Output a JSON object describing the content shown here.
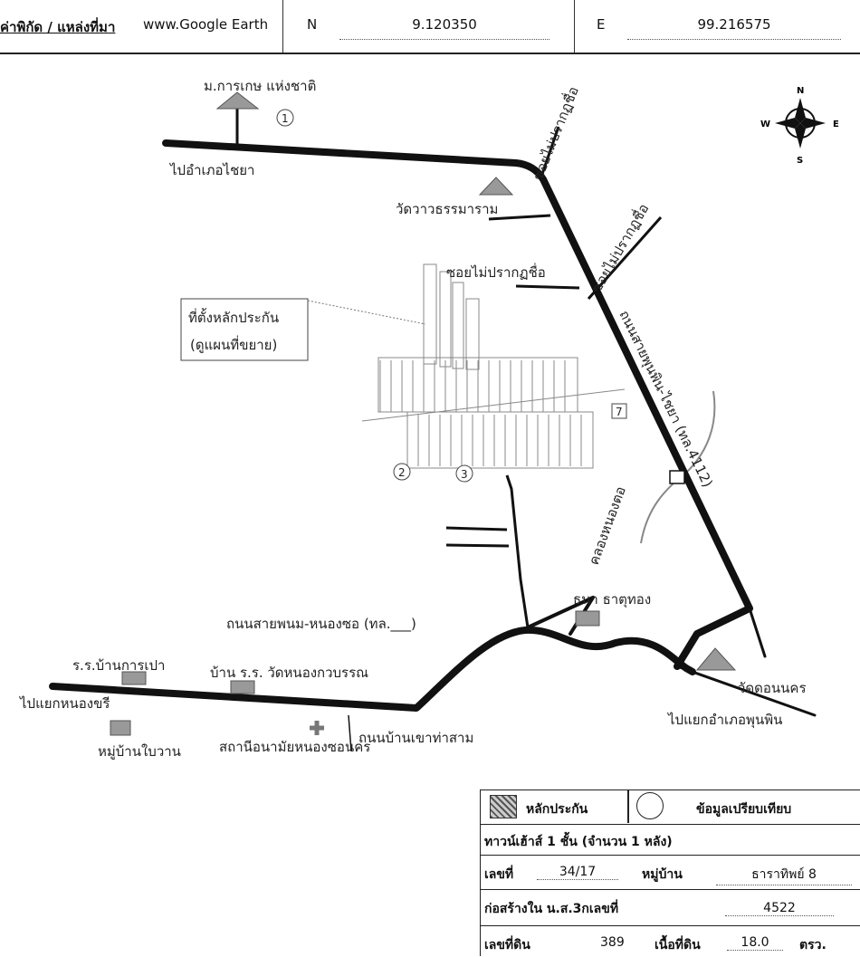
{
  "header": {
    "label": "ค่าพิกัด / แหล่งที่มา",
    "source": "www.Google Earth",
    "lat_label": "N",
    "lat_value": "9.120350",
    "lon_label": "E",
    "lon_value": "99.216575"
  },
  "map": {
    "compass": {
      "n": "N",
      "s": "S",
      "e": "E",
      "w": "W"
    },
    "labels": {
      "agri_office": "ม.การเกษ แห่งชาติ",
      "to_chaiya": "ไปอำเภอไชยา",
      "soi_unnamed_1": "ซอยไม่ปรากฏชื่อ",
      "temple_1": "วัดวาวธรรมาราม",
      "soi_unnamed_2": "ซอยไม่ปรากฏชื่อ",
      "soi_unnamed_3": "ซอยไม่ปรากฏชื่อ",
      "main_road": "ถนนสายพุนพิน-ไชยา (ทล.4112)",
      "subject_1": "ที่ตั้งหลักประกัน",
      "subject_2": "(ดูแผนที่ขยาย)",
      "canal": "คลองหนองตอ",
      "bank": "ธนา ธาตุทอง",
      "road_2": "ถนนสายพนม-หนองซอ (ทล.___)",
      "school_1": "ร.ร.บ้านการเปา",
      "school_2": "บ้าน ร.ร. วัดหนองกวบรรณ",
      "to_nongkhiri": "ไปแยกหนองขรี",
      "village": "หมู่บ้านใบวาน",
      "health_station": "สถานีอนามัยหนองซอนคร",
      "road_3": "ถนนบ้านเขาท่าสาม",
      "temple_2": "วัดดอนนคร",
      "to_punpin": "ไปแยกอำเภอพุนพิน"
    },
    "markers": [
      "1",
      "2",
      "3",
      "7"
    ]
  },
  "info": {
    "legend_collateral": "หลักประกัน",
    "legend_compare": "ข้อมูลเปรียบเทียบ",
    "house_desc": "ทาวน์เฮ้าส์ 1 ชั้น (จำนวน 1 หลัง)",
    "no_label": "เลขที่",
    "no_value": "34/17",
    "village_label": "หมู่บ้าน",
    "village_value": "ธาราทิพย์ 8",
    "built_label": "ก่อสร้างใน น.ส.3กเลขที่",
    "built_value": "4522",
    "land_no_label": "เลขที่ดิน",
    "land_no_value": "389",
    "area_label": "เนื้อที่ดิน",
    "area_value": "18.0",
    "area_unit": "ตรว."
  },
  "colors": {
    "road": "#111111",
    "canal": "#888888",
    "line": "#222222"
  }
}
